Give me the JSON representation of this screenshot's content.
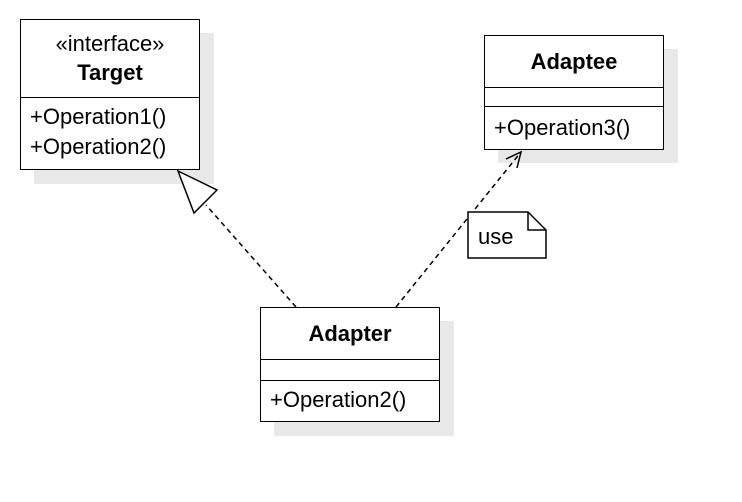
{
  "classes": {
    "target": {
      "stereotype": "«interface»",
      "name": "Target",
      "operations": [
        "+Operation1()",
        "+Operation2()"
      ]
    },
    "adaptee": {
      "name": "Adaptee",
      "operations": [
        "+Operation3()"
      ]
    },
    "adapter": {
      "name": "Adapter",
      "operations": [
        "+Operation2()"
      ]
    }
  },
  "relations": [
    {
      "type": "realization",
      "from": "Adapter",
      "to": "Target"
    },
    {
      "type": "dependency",
      "from": "Adapter",
      "to": "Adaptee",
      "note": "use"
    }
  ],
  "note": {
    "text": "use"
  },
  "colors": {
    "line": "#000000",
    "fill": "#ffffff",
    "shadow": "#e8e8e8"
  }
}
